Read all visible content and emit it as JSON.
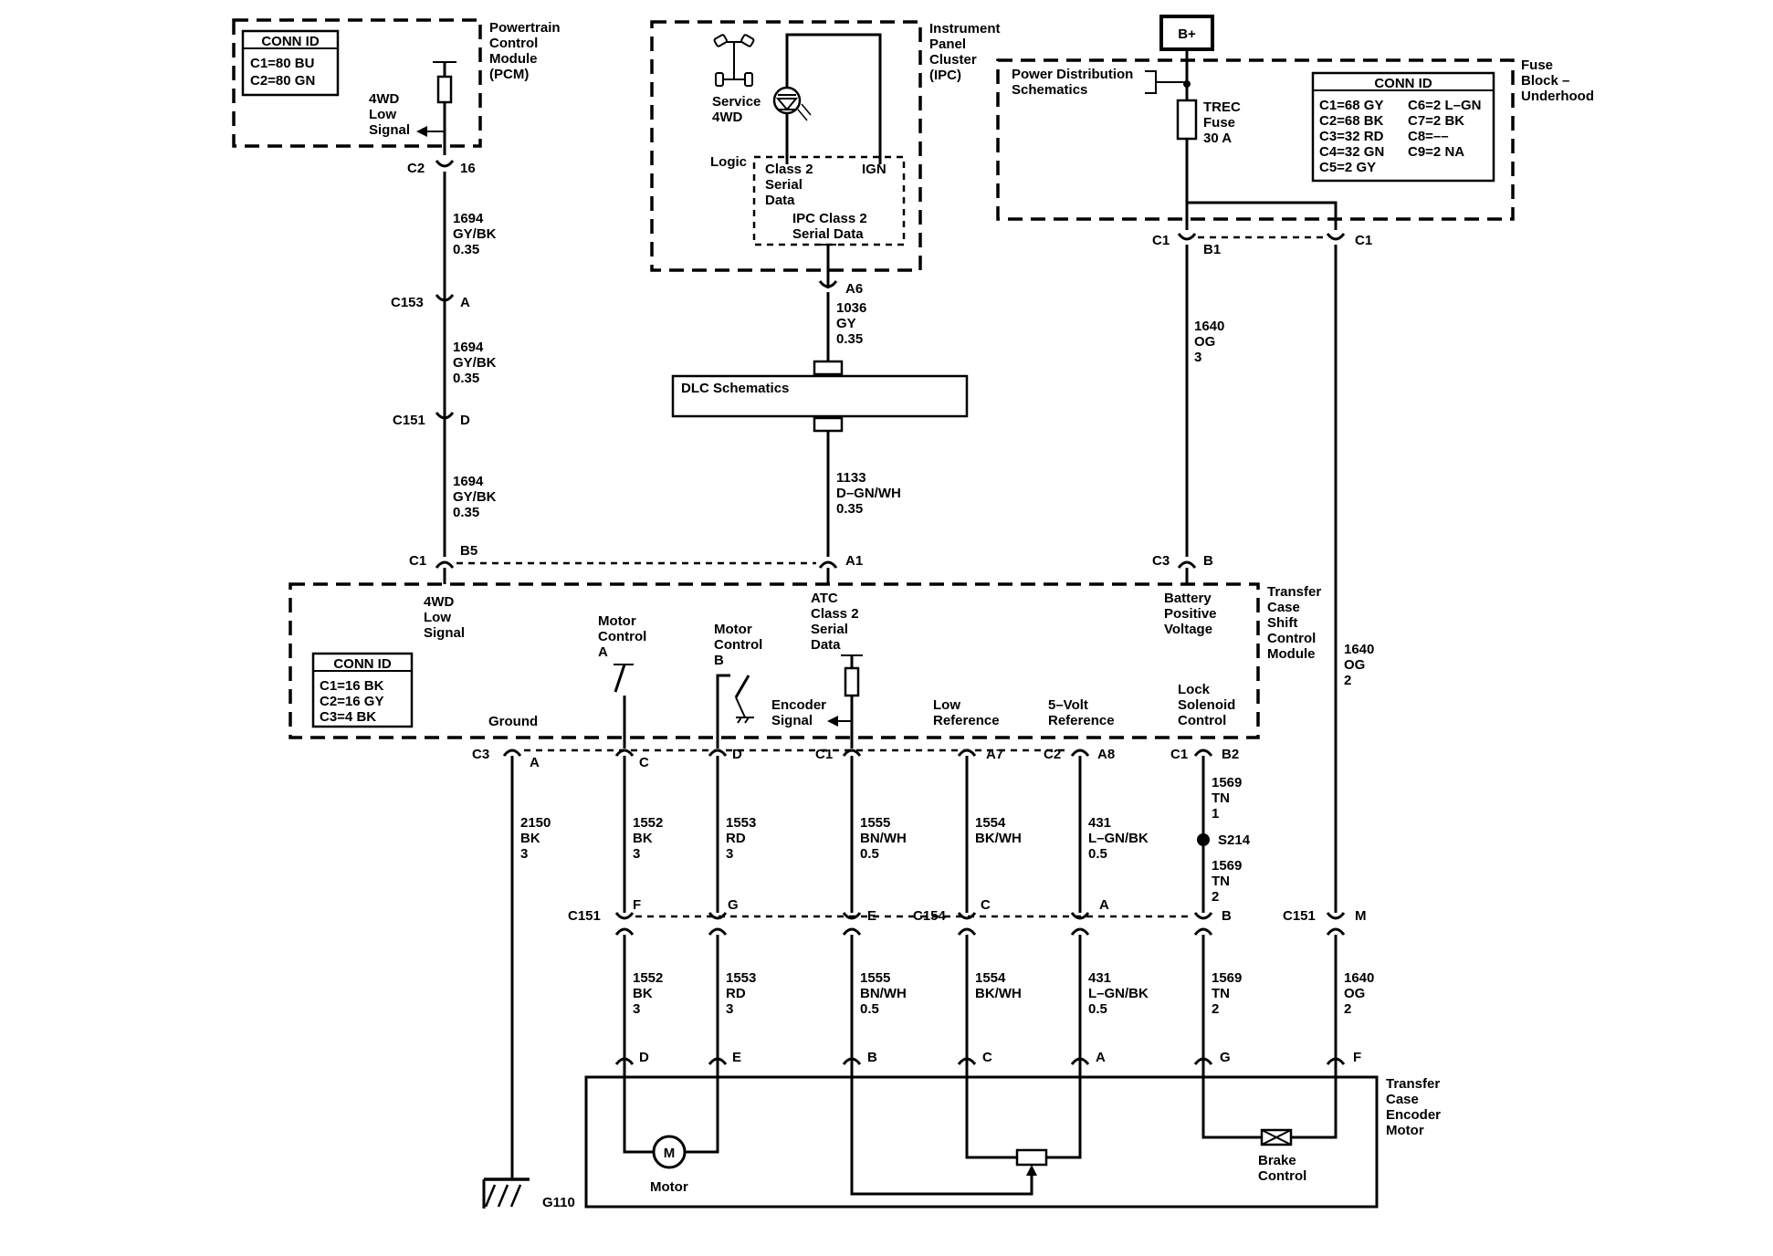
{
  "bplus": "B+",
  "modules": {
    "pcm": {
      "lines": [
        "Powertrain",
        "Control",
        "Module",
        "(PCM)"
      ]
    },
    "ipc": {
      "lines": [
        "Instrument",
        "Panel",
        "Cluster",
        "(IPC)"
      ]
    },
    "fuse_block": {
      "lines": [
        "Fuse",
        "Block –",
        "Underhood"
      ]
    },
    "tccm": {
      "lines": [
        "Transfer",
        "Case",
        "Shift",
        "Control",
        "Module"
      ]
    },
    "encoder": {
      "lines": [
        "Transfer",
        "Case",
        "Encoder",
        "Motor"
      ]
    }
  },
  "conn_ids": {
    "pcm": {
      "title": "CONN ID",
      "rows": [
        "C1=80 BU",
        "C2=80 GN"
      ]
    },
    "fuse": {
      "title": "CONN ID",
      "col1": [
        "C1=68 GY",
        "C2=68 BK",
        "C3=32 RD",
        "C4=32 GN",
        "C5=2 GY"
      ],
      "col2": [
        "C6=2 L–GN",
        "C7=2 BK",
        "C8=––",
        "C9=2 NA"
      ]
    },
    "tccm": {
      "title": "CONN ID",
      "rows": [
        "C1=16 BK",
        "C2=16 GY",
        "C3=4 BK"
      ]
    }
  },
  "pcm": {
    "signal": [
      "4WD",
      "Low",
      "Signal"
    ],
    "conn": "C2",
    "pin": "16"
  },
  "ipc": {
    "service": [
      "Service",
      "4WD"
    ],
    "logic": "Logic",
    "class2": [
      "Class 2",
      "Serial",
      "Data"
    ],
    "ign": "IGN",
    "ipc_class2": [
      "IPC Class 2",
      "Serial Data"
    ],
    "pin": "A6"
  },
  "dlc": "DLC Schematics",
  "pds": [
    "Power Distribution",
    "Schematics"
  ],
  "fuse": [
    "TREC",
    "Fuse",
    "30 A"
  ],
  "fuse_conns": {
    "left_conn": "C1",
    "left_pin": "B1",
    "right_conn": "C1"
  },
  "wires": {
    "w1694a": [
      "1694",
      "GY/BK",
      "0.35"
    ],
    "w1694b": [
      "1694",
      "GY/BK",
      "0.35"
    ],
    "w1694c": [
      "1694",
      "GY/BK",
      "0.35"
    ],
    "w1036": [
      "1036",
      "GY",
      "0.35"
    ],
    "w1133": [
      "1133",
      "D–GN/WH",
      "0.35"
    ],
    "w1640a": [
      "1640",
      "OG",
      "3"
    ],
    "w1640b": [
      "1640",
      "OG",
      "2"
    ],
    "w1640c": [
      "1640",
      "OG",
      "2"
    ],
    "w2150": [
      "2150",
      "BK",
      "3"
    ],
    "w1552a": [
      "1552",
      "BK",
      "3"
    ],
    "w1552b": [
      "1552",
      "BK",
      "3"
    ],
    "w1553a": [
      "1553",
      "RD",
      "3"
    ],
    "w1553b": [
      "1553",
      "RD",
      "3"
    ],
    "w1555a": [
      "1555",
      "BN/WH",
      "0.5"
    ],
    "w1555b": [
      "1555",
      "BN/WH",
      "0.5"
    ],
    "w1554a": [
      "1554",
      "BK/WH"
    ],
    "w1554b": [
      "1554",
      "BK/WH"
    ],
    "w431a": [
      "431",
      "L–GN/BK",
      "0.5"
    ],
    "w431b": [
      "431",
      "L–GN/BK",
      "0.5"
    ],
    "w1569a": [
      "1569",
      "TN",
      "1"
    ],
    "w1569b": [
      "1569",
      "TN",
      "2"
    ],
    "w1569c": [
      "1569",
      "TN",
      "2"
    ]
  },
  "inline": {
    "c153": {
      "conn": "C153",
      "pin": "A"
    },
    "c151a": {
      "conn": "C151",
      "pin": "D"
    }
  },
  "tccm_top": {
    "b5": {
      "conn": "C1",
      "pin": "B5"
    },
    "a1": {
      "pin": "A1"
    },
    "c3b": {
      "conn": "C3",
      "pin": "B"
    }
  },
  "tccm_inside": {
    "low_signal": [
      "4WD",
      "Low",
      "Signal"
    ],
    "atc": [
      "ATC",
      "Class 2",
      "Serial",
      "Data"
    ],
    "battery": [
      "Battery",
      "Positive",
      "Voltage"
    ],
    "motor_a": [
      "Motor",
      "Control",
      "A"
    ],
    "motor_b": [
      "Motor",
      "Control",
      "B"
    ],
    "encoder_signal": [
      "Encoder",
      "Signal"
    ],
    "ground": "Ground",
    "low_ref": [
      "Low",
      "Reference"
    ],
    "five_volt": [
      "5–Volt",
      "Reference"
    ],
    "lock": [
      "Lock",
      "Solenoid",
      "Control"
    ]
  },
  "tccm_bottom": {
    "c3": "C3",
    "a": "A",
    "c": "C",
    "d": "D",
    "c1": "C1",
    "a7": "A7",
    "c2": "C2",
    "a8": "A8",
    "c1b": "C1",
    "b2": "B2"
  },
  "splice": "S214",
  "c151_row": {
    "left": "C151",
    "f": "F",
    "g": "G",
    "e": "E",
    "c154": "C154",
    "c": "C",
    "a": "A",
    "b": "B",
    "right": "C151",
    "m": "M"
  },
  "encoder_pins": {
    "d": "D",
    "e": "E",
    "b": "B",
    "c": "C",
    "a": "A",
    "g": "G",
    "f": "F"
  },
  "motor": {
    "symbol": "M",
    "label": "Motor"
  },
  "brake": [
    "Brake",
    "Control"
  ],
  "ground": "G110"
}
